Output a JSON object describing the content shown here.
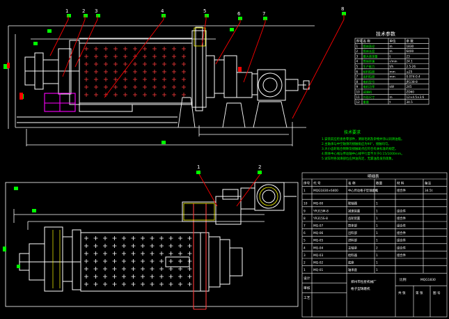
{
  "colors": {
    "background": "#000000",
    "outline": "#ffffff",
    "frame": "#00ffff",
    "leader_red": "#ff0000",
    "magenta": "#ff00ff",
    "green_text": "#00ff00",
    "yellow": "#ffff00",
    "lime_marker": "#00ff00"
  },
  "balloons": {
    "top_view": [
      "1",
      "2",
      "3",
      "4",
      "5",
      "6",
      "7",
      "8"
    ],
    "bottom_view": [
      "1",
      "2"
    ]
  },
  "tech_table": {
    "title": "技术参数",
    "headers": [
      "序号",
      "名 称",
      "单位",
      "参 数"
    ],
    "rows": [
      [
        "1",
        "筒体直径",
        "m",
        "1830"
      ],
      [
        "2",
        "筒体长度",
        "m",
        "6400"
      ],
      [
        "3",
        "最大装球量",
        "t",
        "23"
      ],
      [
        "4",
        "筒体转速",
        "r/min",
        "24.1"
      ],
      [
        "5",
        "生产能力",
        "t/h",
        "2.5-26"
      ],
      [
        "6",
        "给料粒度",
        "mm",
        "≤25"
      ],
      [
        "7",
        "出料粒度",
        "mm",
        "0.074-0.4"
      ],
      [
        "8",
        "电机型号",
        "",
        "JR138-8"
      ],
      [
        "9",
        "电机功率",
        "kW",
        "245"
      ],
      [
        "10",
        "减速机",
        "",
        "ZD60"
      ],
      [
        "11",
        "外形尺寸",
        "m",
        "12×4.5×3.6"
      ],
      [
        "12",
        "重量",
        "t",
        "34.5"
      ]
    ]
  },
  "notes": {
    "title": "技术要求",
    "lines": [
      "1.安装前应检查各零部件，清除毛刺及杂物并涂以润滑油脂。",
      "2.主轴承与中空轴颈的接触角应为90°，接触均匀。",
      "3.大小齿轮啮合侧隙及接触斑点应符合有关标准的规定。",
      "4.筒体中心线与传动轴中心线平行度不大于0.15/1000mm。",
      "5.试车时各润滑部位应供油充足，无漏油及发热现象。"
    ]
  },
  "parts_table": {
    "title": "明细表",
    "headers": [
      "序号",
      "代 号",
      "名 称",
      "数量",
      "材 料",
      "备注"
    ],
    "top_rows": [
      [
        "1",
        "MQG1830×6400",
        "中心传动格子型球磨机",
        "1",
        "组合件",
        "34.5t"
      ]
    ],
    "rows": [
      [
        "10",
        "MQ-00",
        "联轴器",
        "1",
        "",
        ""
      ],
      [
        "9",
        "YR315M-8",
        "减速装置",
        "1",
        "组合件",
        ""
      ],
      [
        "8",
        "YR315S-8",
        "齿轮装置",
        "1",
        "组合件",
        ""
      ],
      [
        "7",
        "MQ-07",
        "筒体部",
        "1",
        "组合件",
        ""
      ],
      [
        "6",
        "MQ-06",
        "出料部",
        "1",
        "组合件",
        ""
      ],
      [
        "5",
        "MQ-05",
        "进料部",
        "1",
        "组合件",
        ""
      ],
      [
        "4",
        "MQ-04",
        "主轴承",
        "2",
        "组合件",
        ""
      ],
      [
        "3",
        "MQ-03",
        "给料器",
        "1",
        "组合件",
        ""
      ],
      [
        "2",
        "MQ-02",
        "底座",
        "1",
        "",
        ""
      ],
      [
        "1",
        "MQ-01",
        "轴承座",
        "1",
        "",
        ""
      ]
    ],
    "title_block": {
      "company": "郑州市恒星机械厂",
      "drawing_name": "格子型球磨机",
      "labels": [
        "设计",
        "审核",
        "工艺"
      ],
      "scale_label": "比例",
      "sheet_labels": [
        "共 张",
        "第 张",
        "图 号"
      ],
      "number": "MQG1830"
    }
  }
}
